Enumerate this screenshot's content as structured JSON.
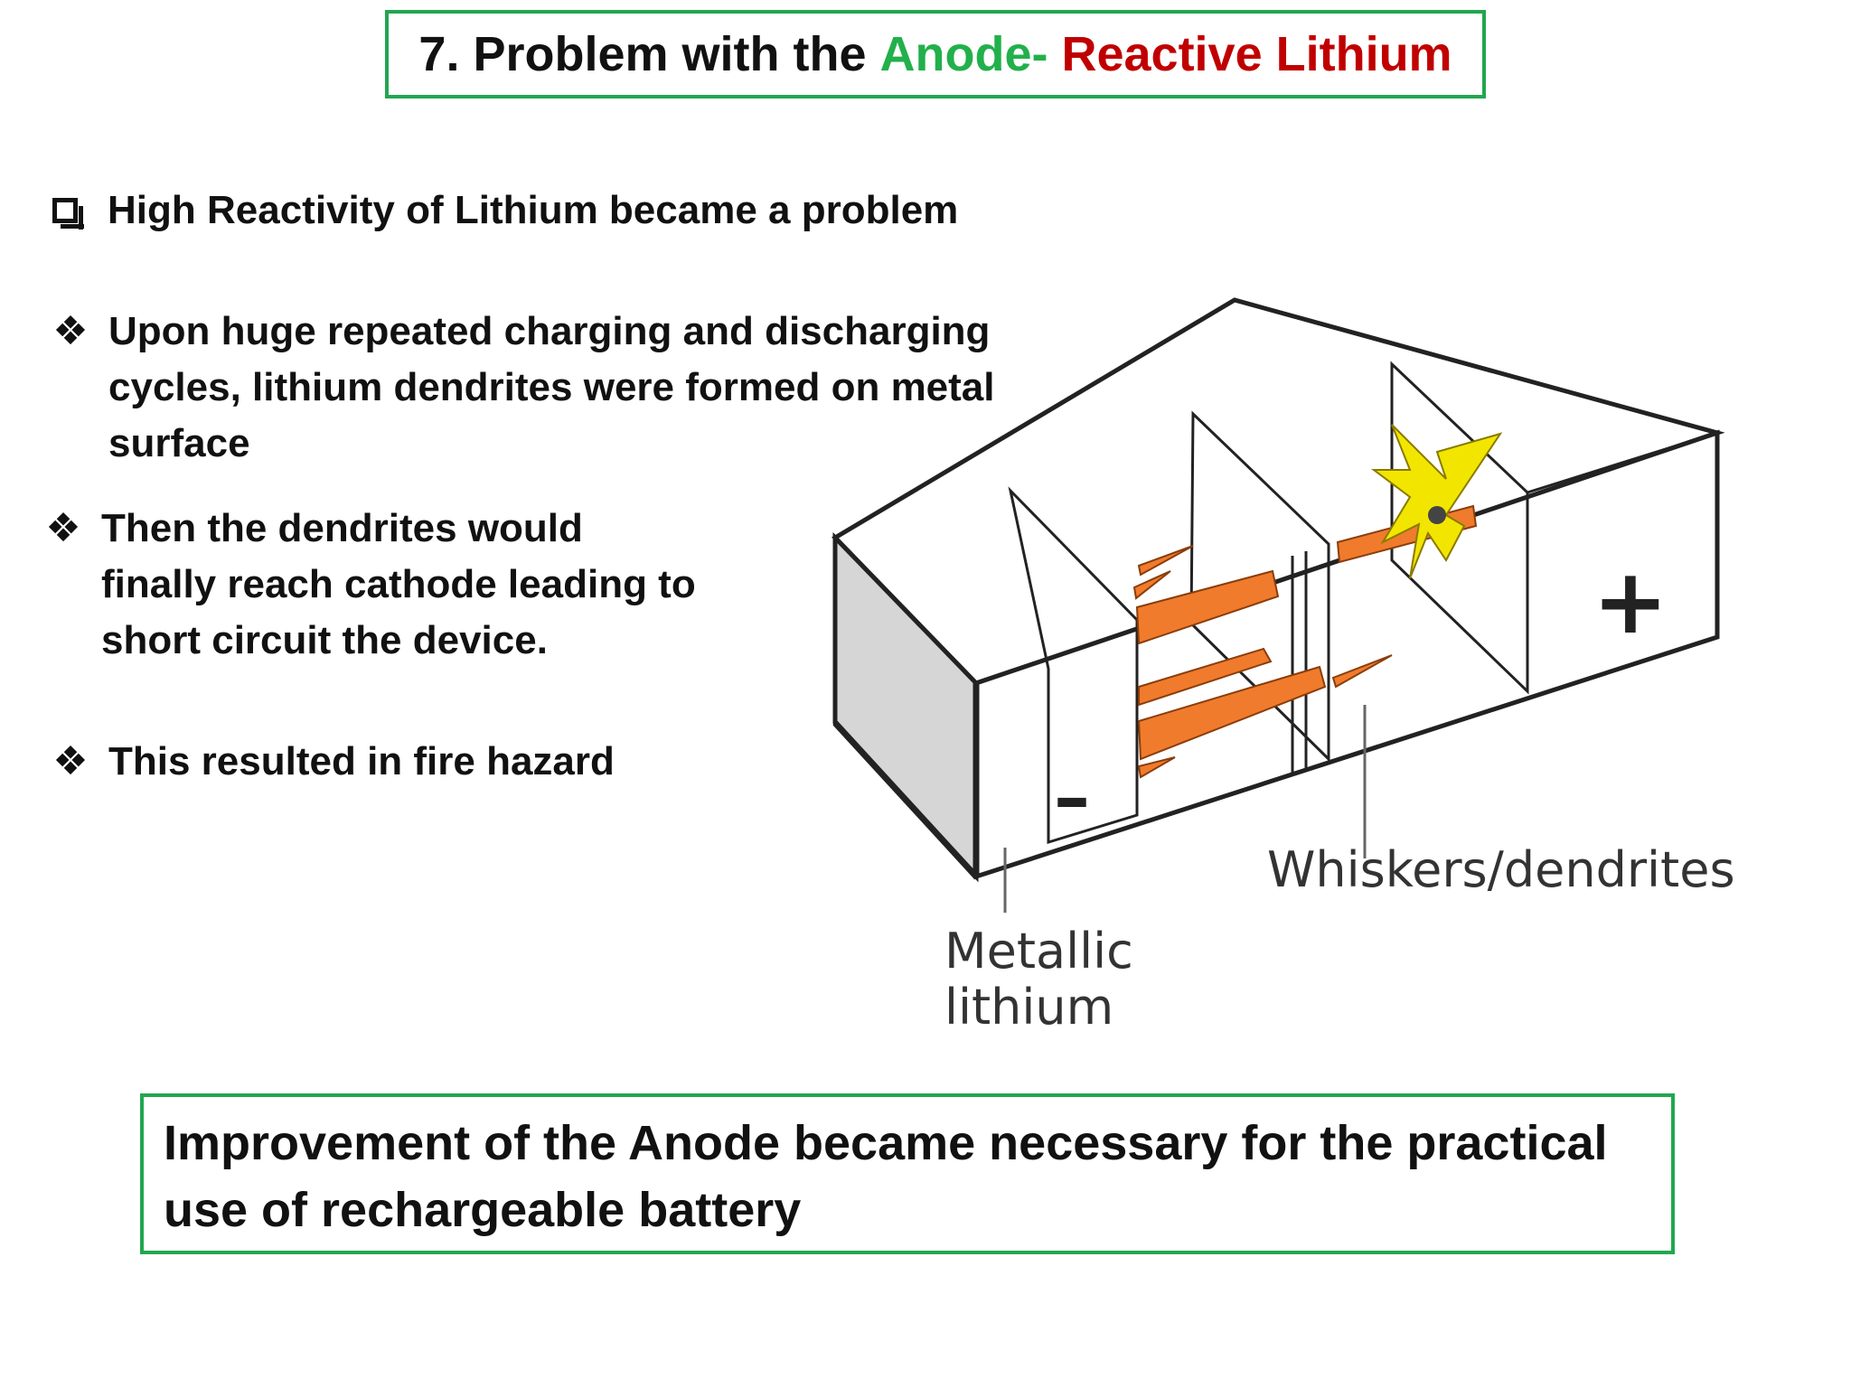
{
  "title": {
    "part1": "7. Problem with the ",
    "part2": "Anode- ",
    "part3": "Reactive Lithium",
    "colors": {
      "border": "#22a650",
      "green": "#22b04b",
      "red": "#c00000"
    }
  },
  "bullets": [
    {
      "marker": "checkbox-icon",
      "text": "High Reactivity of Lithium became a problem"
    },
    {
      "marker": "diamond-bullet-icon",
      "text": "Upon huge repeated charging and discharging cycles, lithium dendrites were formed on metal surface"
    },
    {
      "marker": "diamond-bullet-icon",
      "text": "Then the dendrites would finally reach cathode leading to short circuit the device."
    },
    {
      "marker": "diamond-bullet-icon",
      "text": "This resulted in fire hazard"
    }
  ],
  "diagram": {
    "minus_sign": "–",
    "plus_sign": "+",
    "label_anode": "Metallic lithium",
    "label_dendrites": "Whiskers/dendrites",
    "colors": {
      "dendrite": "#f07b2c",
      "spark": "#f2e600",
      "anode_face": "#d6d6d6"
    }
  },
  "conclusion": "Improvement of the Anode became necessary for the practical use of rechargeable battery"
}
